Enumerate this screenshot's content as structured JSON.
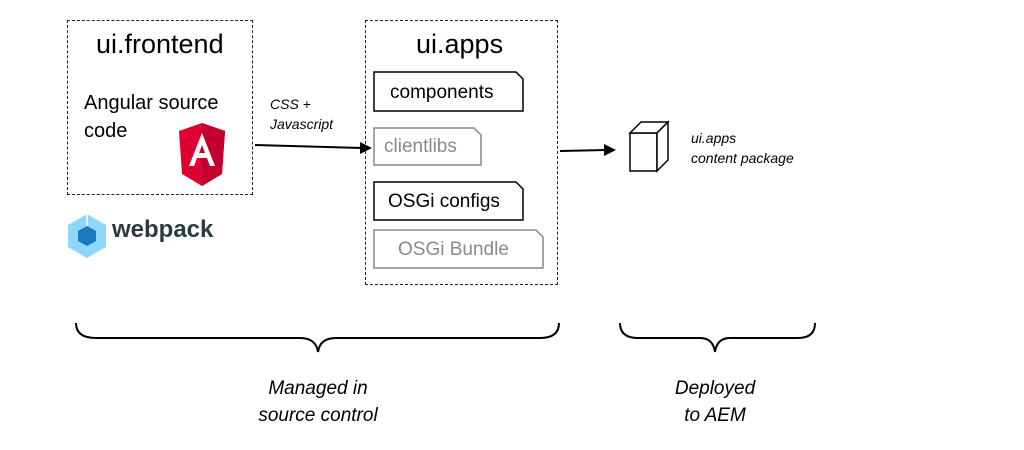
{
  "frontend": {
    "title": "ui.frontend",
    "source_line1": "Angular source",
    "source_line2": "code",
    "angular_icon": "angular-logo-icon",
    "webpack_label": "webpack",
    "webpack_icon": "webpack-cube-icon"
  },
  "arrow1": {
    "line1": "CSS +",
    "line2": "Javascript"
  },
  "apps": {
    "title": "ui.apps",
    "items": [
      {
        "label": "components",
        "style": "black"
      },
      {
        "label": "clientlibs",
        "style": "gray-border"
      },
      {
        "label": "OSGi configs",
        "style": "black"
      },
      {
        "label": "OSGi Bundle",
        "style": "gray"
      }
    ]
  },
  "package": {
    "line1": "ui.apps",
    "line2": "content package",
    "icon": "package-cube-icon"
  },
  "captions": {
    "managed_line1": "Managed in",
    "managed_line2": "source control",
    "deployed_line1": "Deployed",
    "deployed_line2": "to AEM"
  },
  "colors": {
    "angular_red": "#dd0031",
    "webpack_blue": "#2b7fc7",
    "webpack_light": "#8ed6fb",
    "gray": "#8a8a8a"
  }
}
